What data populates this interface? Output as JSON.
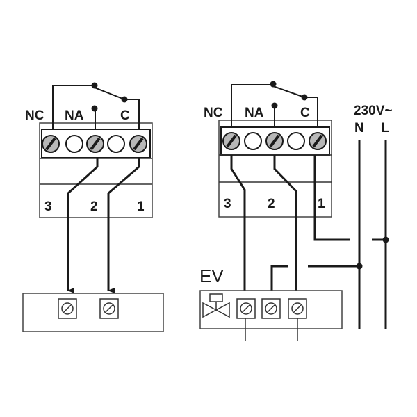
{
  "left_diagram": {
    "title": "Relay output to external load",
    "terminal_labels": {
      "nc": "NC",
      "na": "NA",
      "c": "C"
    },
    "numbers": [
      "3",
      "2",
      "1"
    ]
  },
  "right_diagram": {
    "title": "Relay output to solenoid valve",
    "terminal_labels": {
      "nc": "NC",
      "na": "NA",
      "c": "C"
    },
    "numbers": [
      "3",
      "2",
      "1"
    ],
    "valve_label": "EV",
    "supply_label": "230V~",
    "neutral_label": "N",
    "line_label": "L"
  },
  "colors": {
    "screw_fill": "#b8b8b8",
    "line": "#1a1a1a"
  }
}
